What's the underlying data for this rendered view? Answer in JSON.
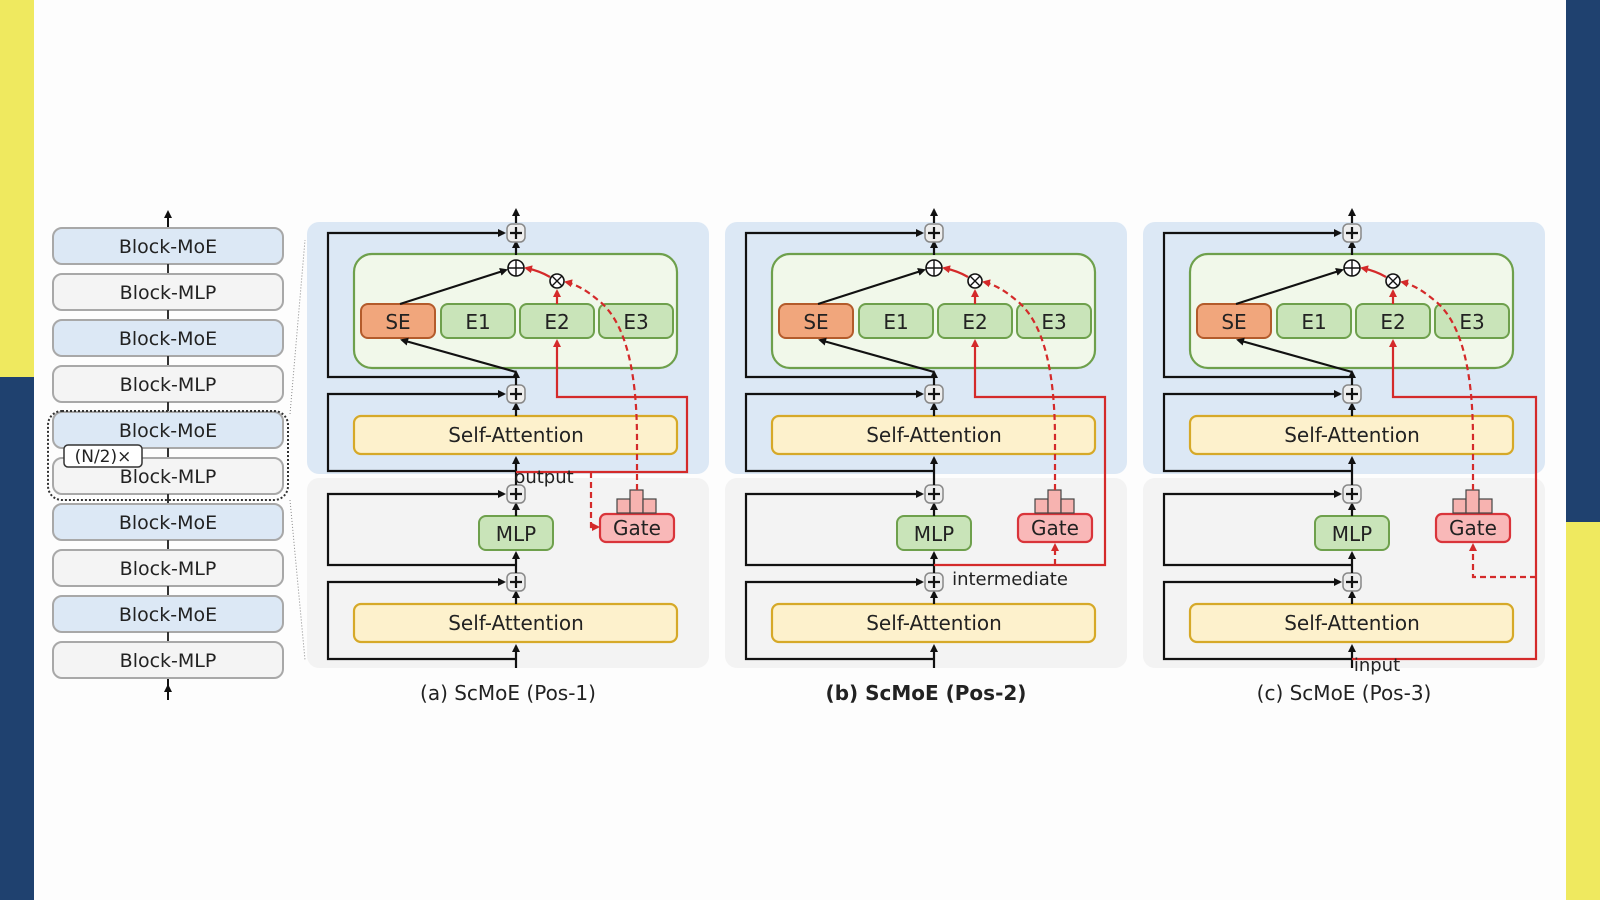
{
  "decor": {
    "colors": {
      "yellow": "#efe95f",
      "navy": "#1f416f"
    }
  },
  "stack": {
    "blocks": [
      "Block-MoE",
      "Block-MLP",
      "Block-MoE",
      "Block-MLP",
      "Block-MoE",
      "Block-MLP",
      "Block-MoE",
      "Block-MLP",
      "Block-MoE",
      "Block-MLP"
    ],
    "repeat_label": "(N/2)×",
    "colors": {
      "moe_fill": "#dce8f5",
      "mlp_fill": "#f4f4f4",
      "border": "#a8a8a8"
    }
  },
  "panels": [
    {
      "id": "a",
      "caption": "(a) ScMoE (Pos-1)",
      "caption_bold": false,
      "tap_label": "output",
      "experts": [
        "SE",
        "E1",
        "E2",
        "E3"
      ],
      "attn_label": "Self-Attention",
      "mlp_label": "MLP",
      "gate_label": "Gate"
    },
    {
      "id": "b",
      "caption": "(b) ScMoE (Pos-2)",
      "caption_bold": true,
      "tap_label": "intermediate",
      "experts": [
        "SE",
        "E1",
        "E2",
        "E3"
      ],
      "attn_label": "Self-Attention",
      "mlp_label": "MLP",
      "gate_label": "Gate"
    },
    {
      "id": "c",
      "caption": "(c) ScMoE (Pos-3)",
      "caption_bold": false,
      "tap_label": "input",
      "experts": [
        "SE",
        "E1",
        "E2",
        "E3"
      ],
      "attn_label": "Self-Attention",
      "mlp_label": "MLP",
      "gate_label": "Gate"
    }
  ],
  "colors": {
    "moe_bg": "#dce8f5",
    "mlp_bg": "#f3f3f3",
    "expert_group_fill": "#f1f8ea",
    "expert_group_border": "#6ea04c",
    "shared_expert_fill": "#f1a67c",
    "shared_expert_border": "#b35b2b",
    "expert_fill": "#c9e4b9",
    "expert_border": "#6ea04c",
    "attn_fill": "#fdf1cc",
    "attn_border": "#d6a928",
    "gate_fill": "#f9b8b8",
    "gate_border": "#d9343a",
    "route_red": "#d42a2a"
  }
}
